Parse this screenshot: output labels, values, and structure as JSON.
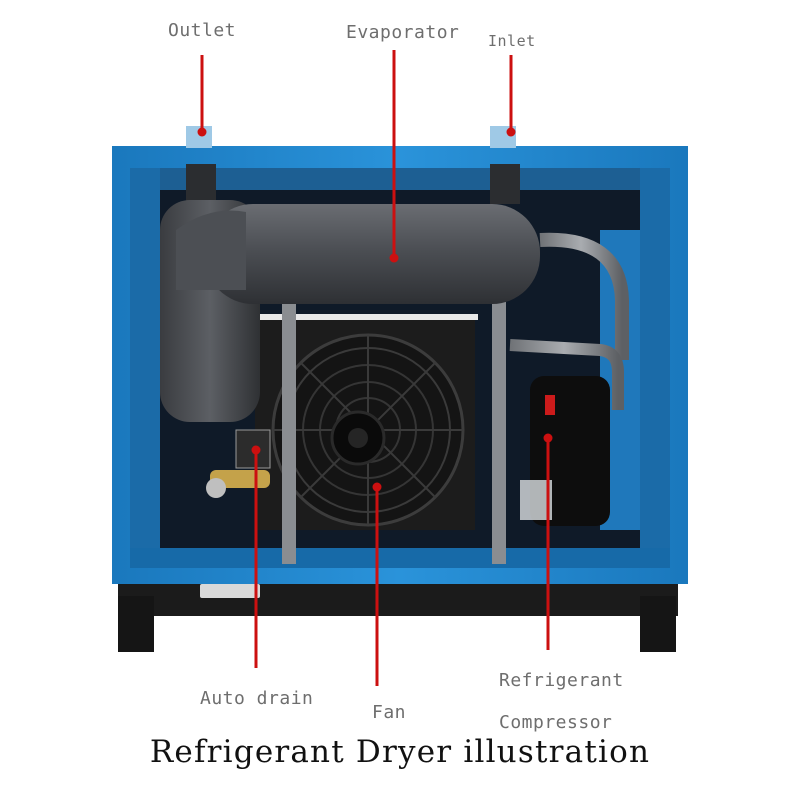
{
  "title": "Refrigerant Dryer illustration",
  "labels": {
    "outlet": "Outlet",
    "evaporator": "Evaporator",
    "inlet": "Inlet",
    "auto_drain": "Auto drain",
    "fan": "Fan",
    "refrigerant_compressor_line1": "Refrigerant",
    "refrigerant_compressor_line2": "Compressor"
  },
  "colors": {
    "cabinet_blue": "#1f86cf",
    "cabinet_blue_dark": "#176aa8",
    "frame_black": "#1b1b1b",
    "evaporator_gray": "#4f5256",
    "pointer_red": "#cc1010",
    "label_gray": "#6e6e6e"
  }
}
